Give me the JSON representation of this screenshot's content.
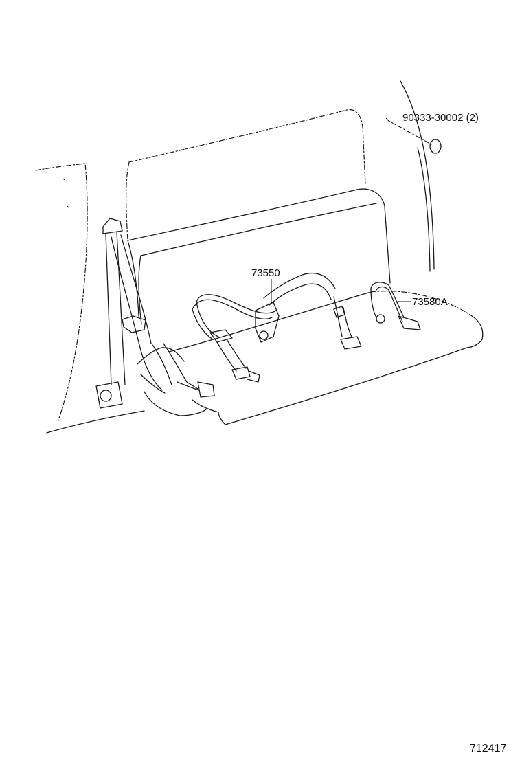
{
  "diagram": {
    "callouts": [
      {
        "part_number": "90333-30002 (2)",
        "component": "plug-hole"
      },
      {
        "part_number": "73550",
        "component": "center-seat-belt"
      },
      {
        "part_number": "73580A",
        "component": "right-seat-belt"
      }
    ],
    "diagram_id": "712417"
  }
}
